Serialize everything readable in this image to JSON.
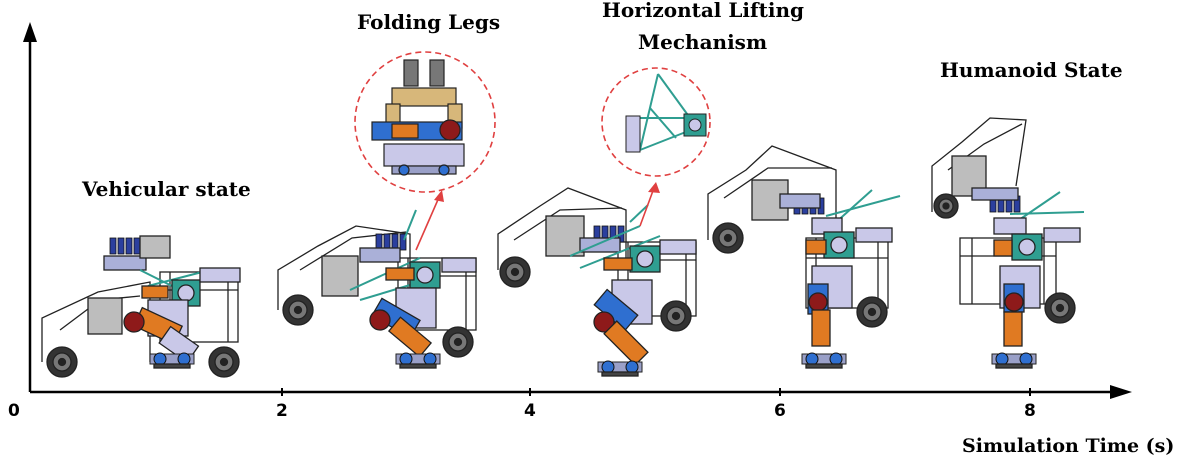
{
  "labels": {
    "vehicular": "Vehicular state",
    "folding": "Folding Legs",
    "lifting_line1": "Horizontal Lifting",
    "lifting_line2": "Mechanism",
    "humanoid": "Humanoid State"
  },
  "axis": {
    "x_title": "Simulation Time (s)",
    "ticks": [
      "0",
      "2",
      "4",
      "6",
      "8"
    ]
  },
  "colors": {
    "frame": "#333333",
    "orange": "#e07a22",
    "blue": "#2f6fd0",
    "teal": "#2f9e91",
    "lavender": "#c9c8e8",
    "callout": "#e04040"
  }
}
